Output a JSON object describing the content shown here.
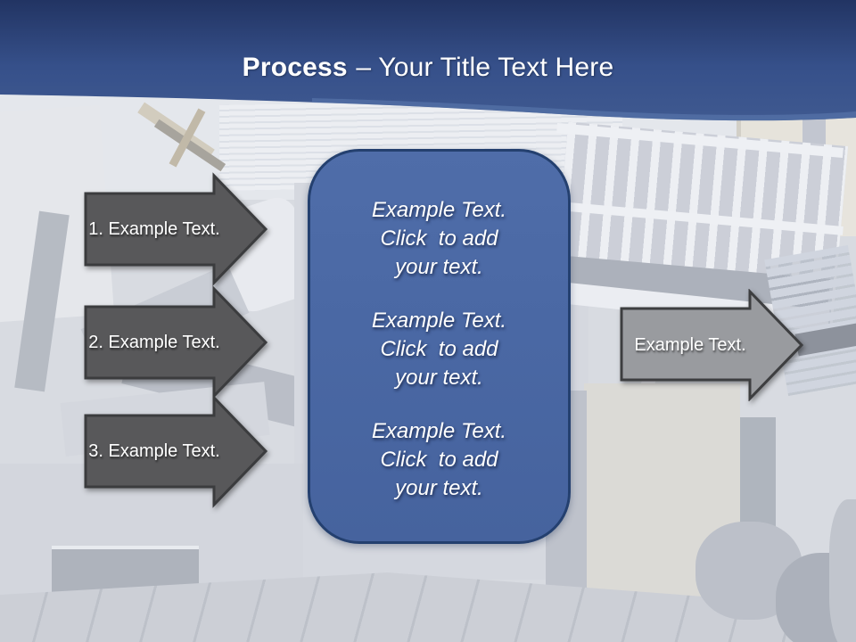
{
  "slide": {
    "title": {
      "bold": "Process",
      "rest": "– Your Title Text Here"
    },
    "background_photo_alt": "Faded photo of a storm-damaged collapsed house with broken balcony",
    "colors": {
      "header_top": "#223463",
      "header_bottom": "#3f5990",
      "panel_fill": "#4a68a4",
      "panel_border": "#24406f",
      "step_arrow_fill": "#58585a",
      "step_arrow_border": "#3b3c3e",
      "result_arrow_fill": "#999b9f",
      "result_arrow_border": "#3d3e40",
      "text": "#ffffff"
    },
    "steps": [
      {
        "label": "1. Example Text."
      },
      {
        "label": "2. Example Text."
      },
      {
        "label": "3. Example Text."
      }
    ],
    "panel_blocks": [
      {
        "lines": [
          "Example Text.",
          "Click  to add",
          "your text."
        ]
      },
      {
        "lines": [
          "Example Text.",
          "Click  to add",
          "your text."
        ]
      },
      {
        "lines": [
          "Example Text.",
          "Click  to add",
          "your text."
        ]
      }
    ],
    "result_arrow": {
      "label": "Example Text."
    }
  }
}
